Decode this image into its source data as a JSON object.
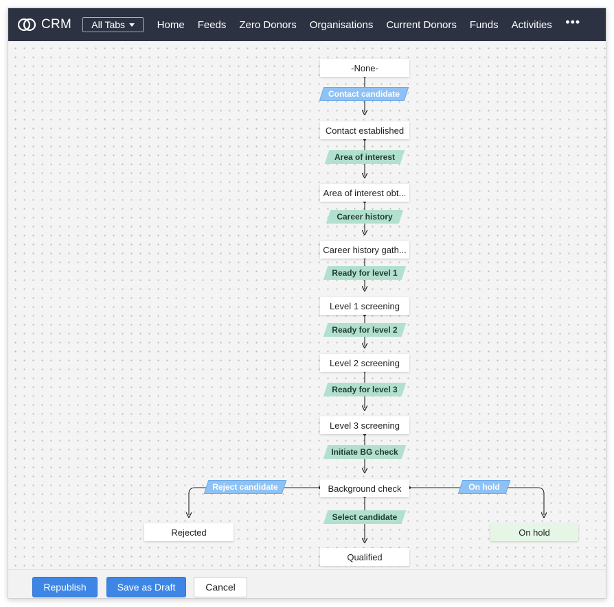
{
  "header": {
    "app_name": "CRM",
    "all_tabs_label": "All Tabs",
    "nav": [
      "Home",
      "Feeds",
      "Zero Donors",
      "Organisations",
      "Current Donors",
      "Funds",
      "Activities"
    ],
    "more_label": "•••"
  },
  "flow": {
    "states": {
      "none": "-None-",
      "contact_established": "Contact established",
      "area_of_interest": "Area of interest obt...",
      "career_history": "Career history gath...",
      "level1": "Level 1 screening",
      "level2": "Level 2 screening",
      "level3": "Level 3 screening",
      "background": "Background check",
      "rejected": "Rejected",
      "on_hold": "On hold",
      "qualified": "Qualified"
    },
    "transitions": {
      "contact_candidate": "Contact candidate",
      "area_of_interest": "Area of interest",
      "career_history": "Career history",
      "ready_level1": "Ready for level 1",
      "ready_level2": "Ready for level 2",
      "ready_level3": "Ready for level 3",
      "initiate_bg": "Initiate BG check",
      "reject_candidate": "Reject candidate",
      "on_hold": "On hold",
      "select_candidate": "Select candidate"
    }
  },
  "footer": {
    "republish": "Republish",
    "save_draft": "Save as Draft",
    "cancel": "Cancel"
  },
  "colors": {
    "topbar": "#2d3242",
    "primary": "#3d86e6",
    "transition_blue": "#8ec2f5",
    "transition_teal": "#b2e0cf",
    "on_hold_state": "#e6f6e6"
  }
}
